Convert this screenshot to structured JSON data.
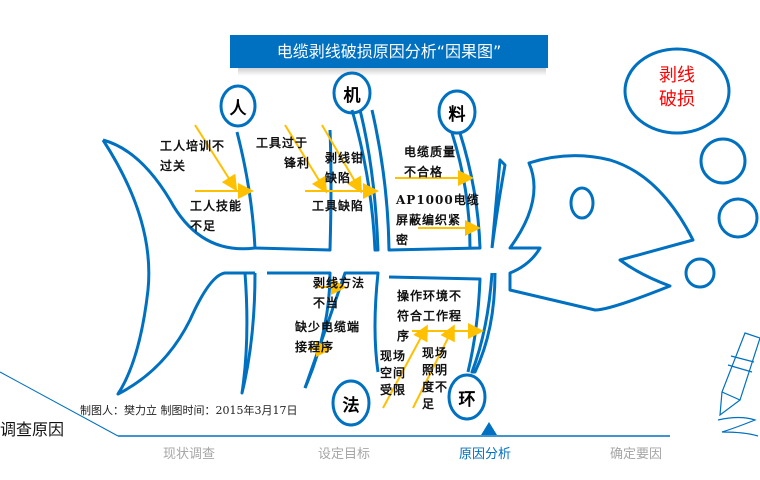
{
  "header": {
    "title": "电缆剥线破损原因分析“因果图”"
  },
  "effect": {
    "line1": "剥线",
    "line2": "破损",
    "color": "#ff0000"
  },
  "categories": {
    "people": "人",
    "machine": "机",
    "material": "料",
    "method": "法",
    "environment": "环"
  },
  "causes": {
    "people": [
      {
        "line1": "工人培训不",
        "line2": "过关"
      },
      {
        "line1": "工人技能",
        "line2": "不足"
      }
    ],
    "machine": [
      {
        "line1": "工具过于",
        "line2": "锋利"
      },
      {
        "line1": "剥线钳",
        "line2": "缺陷"
      },
      {
        "line1": "工具缺陷",
        "line2": ""
      }
    ],
    "material": [
      {
        "line1": "电缆质量",
        "line2": "不合格"
      },
      {
        "line1": "AP1000电缆",
        "line2": "屏蔽编织紧",
        "line3": "密"
      }
    ],
    "method": [
      {
        "line1": "剥线方法",
        "line2": "不当"
      },
      {
        "line1": "缺少电缆端",
        "line2": "接程序"
      }
    ],
    "environment": [
      {
        "line1": "操作环境不",
        "line2": "符合工作程",
        "line3": "序"
      },
      {
        "vertical": "现场空间受限"
      },
      {
        "vertical": "现场照明度不足"
      }
    ]
  },
  "credit": {
    "text": "制图人：樊力立  制图时间：2015年3月17日"
  },
  "section_label": "调查原因",
  "steps": [
    {
      "label": "现状调查",
      "active": false
    },
    {
      "label": "设定目标",
      "active": false
    },
    {
      "label": "原因分析",
      "active": true
    },
    {
      "label": "确定要因",
      "active": false
    }
  ],
  "colors": {
    "primary": "#0070c0",
    "arrow": "#ffc000",
    "inactive_step": "#a6a6a6"
  }
}
